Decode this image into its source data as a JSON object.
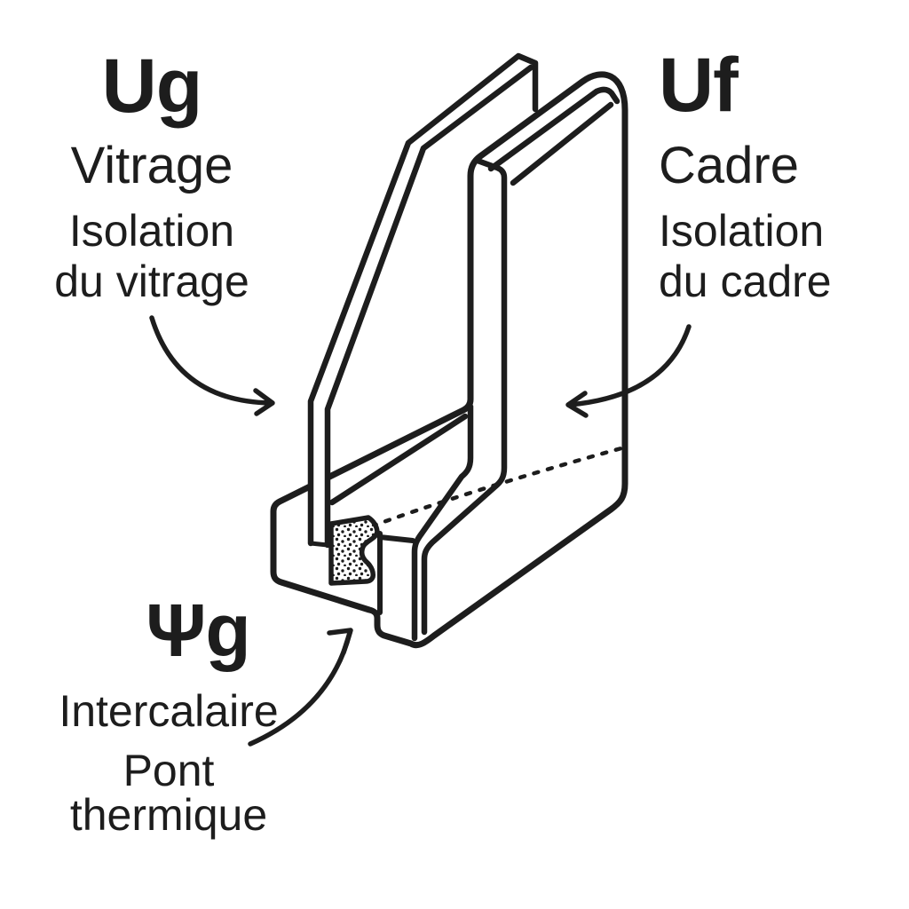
{
  "page": {
    "background": "#ffffff",
    "ink": "#1d1d1d"
  },
  "labels": {
    "glazing": {
      "coefficient": "Ug",
      "component": "Vitrage",
      "description_line1": "Isolation",
      "description_line2": "du vitrage"
    },
    "frame": {
      "coefficient": "Uf",
      "component": "Cadre",
      "description_line1": "Isolation",
      "description_line2": "du cadre"
    },
    "spacer": {
      "coefficient": "Ψg",
      "component": "Intercalaire",
      "description_line1": "Pont",
      "description_line2": "thermique"
    }
  },
  "diagram": {
    "subject": "window-corner-cross-section",
    "style": "black-outline isometric illustration",
    "parts": [
      "glazing-pane",
      "frame-profile",
      "spacer-seal",
      "sealant-dotted-line",
      "ug-arrow",
      "uf-arrow",
      "psi-arrow"
    ]
  }
}
